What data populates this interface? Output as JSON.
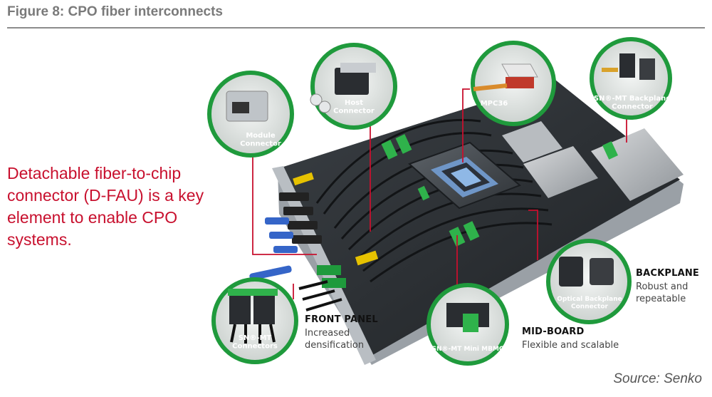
{
  "figure": {
    "title": "Figure 8: CPO fiber interconnects",
    "lead_text": "Detachable fiber-to-chip connector (D-FAU) is a key element to enable CPO systems.",
    "source": "Source: Senko"
  },
  "callouts": [
    {
      "id": "module",
      "label_lines": [
        "Module",
        "Connector"
      ]
    },
    {
      "id": "host",
      "label_lines": [
        "Host",
        "Connector"
      ]
    },
    {
      "id": "mpc36",
      "label_lines": [
        "MPC36"
      ]
    },
    {
      "id": "snmt-backplane",
      "label_lines": [
        "SN®-MT Backplane",
        "Connector"
      ]
    },
    {
      "id": "snmt-connectors",
      "label_lines": [
        "SN®-MT",
        "Connectors"
      ]
    },
    {
      "id": "snmt-mini",
      "label_lines": [
        "SN®-MT Mini MBMC"
      ]
    },
    {
      "id": "optical-backplane",
      "label_lines": [
        "Optical Backplane",
        "Connector"
      ]
    }
  ],
  "sections": {
    "front_panel": {
      "title": "FRONT PANEL",
      "desc_lines": [
        "Increased",
        "densification"
      ]
    },
    "mid_board": {
      "title": "MID-BOARD",
      "desc_lines": [
        "Flexible and scalable"
      ]
    },
    "backplane": {
      "title": "BACKPLANE",
      "desc_lines": [
        "Robust and",
        "repeatable"
      ]
    }
  },
  "colors": {
    "accent_red": "#c8102e",
    "callout_green": "#1f9a3c",
    "chassis_dark": "#2b2f33",
    "title_gray": "#7a7a7a"
  }
}
